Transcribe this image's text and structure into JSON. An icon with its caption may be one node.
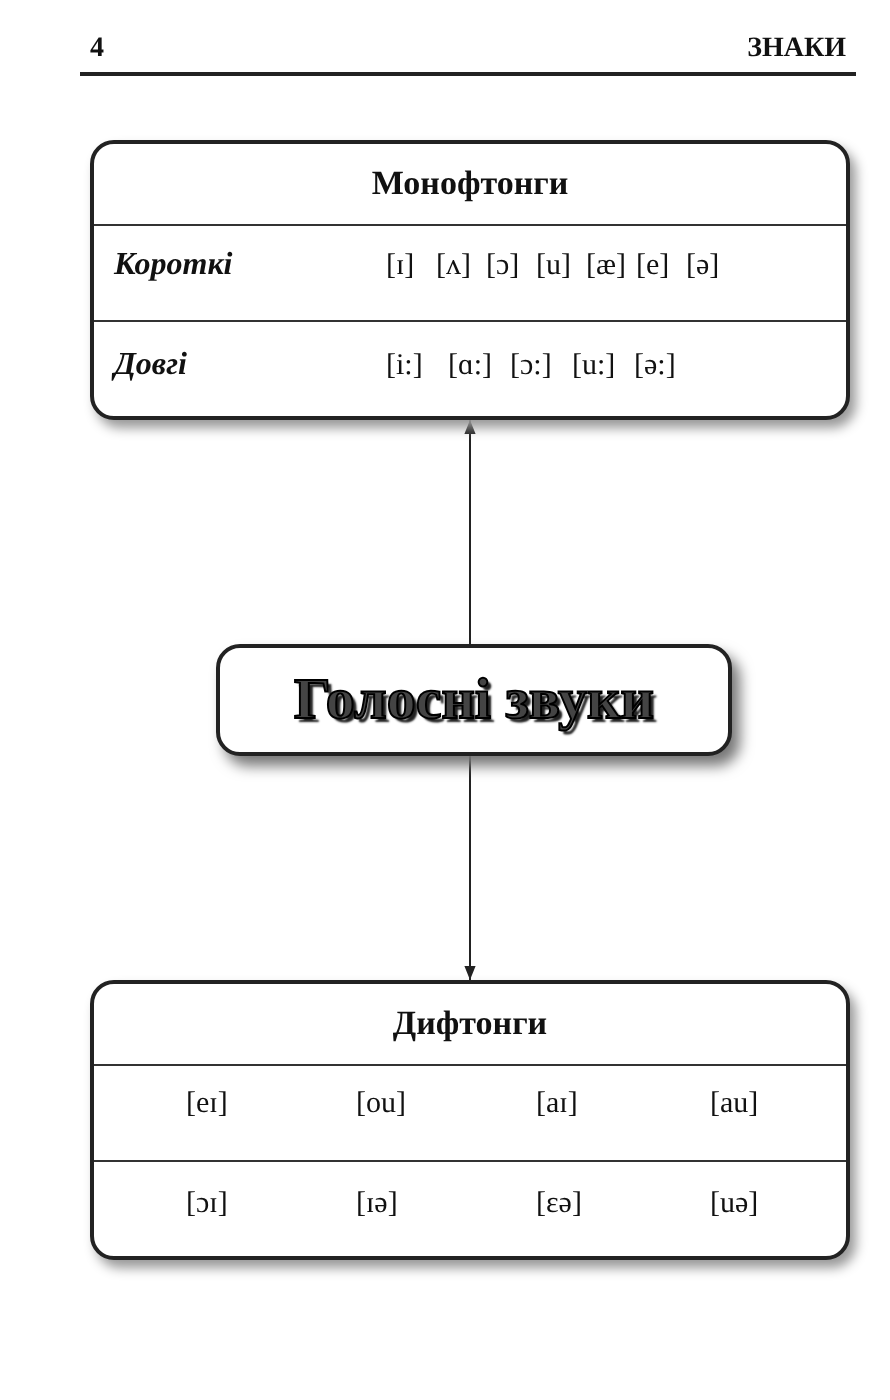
{
  "diagram": {
    "nodes": [
      {
        "text": [
          "Монофтонги",
          "Короткі",
          "[ɪ]",
          "[ʌ]",
          "[ɔ]",
          "[u]",
          "[æ]",
          "[e]",
          "[ə]",
          "Довгі",
          "[i:]",
          "[ɑ:]",
          "[ɔ:]",
          "[u:]",
          "[ə:]"
        ]
      },
      {
        "text": [
          "Голосні звуки"
        ]
      },
      {
        "text": [
          "Дифтонги",
          "[eɪ]",
          "[ou]",
          "[aɪ]",
          "[au]",
          "[ɔɪ]",
          "[ɪə]",
          "[εə]",
          "[uə]"
        ]
      }
    ],
    "edges": [
      {
        "from": 1,
        "to": 0,
        "arrow": "to"
      },
      {
        "from": 1,
        "to": 2,
        "arrow": "to"
      }
    ],
    "labels": [
      "4",
      "ЗНАКИ"
    ]
  }
}
